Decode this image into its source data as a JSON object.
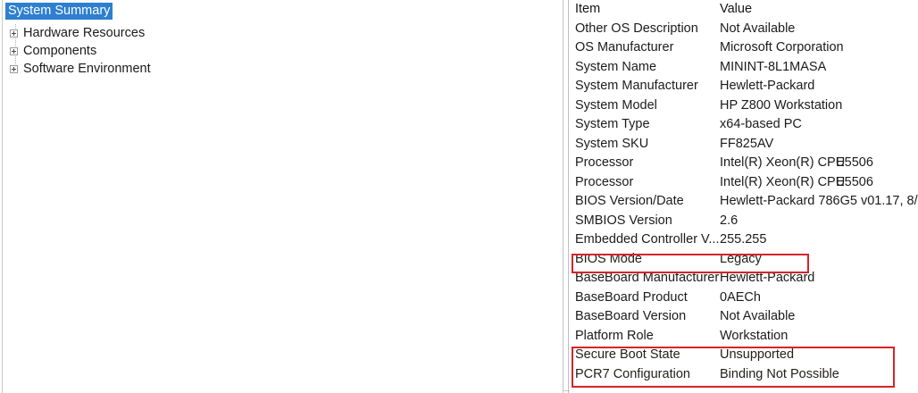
{
  "tree": {
    "root": {
      "label": "System Summary",
      "selected": true
    },
    "children": [
      {
        "label": "Hardware Resources",
        "expander": "plus-box-icon"
      },
      {
        "label": "Components",
        "expander": "plus-box-icon"
      },
      {
        "label": "Software Environment",
        "expander": "plus-box-icon"
      }
    ]
  },
  "list": {
    "columns": {
      "item": "Item",
      "value": "Value"
    },
    "rows": [
      {
        "item": "Other OS Description",
        "value": "Not Available"
      },
      {
        "item": "OS Manufacturer",
        "value": "Microsoft Corporation"
      },
      {
        "item": "System Name",
        "value": "MININT-8L1MASA"
      },
      {
        "item": "System Manufacturer",
        "value": "Hewlett-Packard"
      },
      {
        "item": "System Model",
        "value": "HP Z800 Workstation"
      },
      {
        "item": "System Type",
        "value": "x64-based PC"
      },
      {
        "item": "System SKU",
        "value": "FF825AV"
      },
      {
        "item": "Processor",
        "value": "Intel(R) Xeon(R) CPU",
        "value_tail": "E5506"
      },
      {
        "item": "Processor",
        "value": "Intel(R) Xeon(R) CPU",
        "value_tail": "E5506"
      },
      {
        "item": "BIOS Version/Date",
        "value": "Hewlett-Packard 786G5 v01.17, 8/"
      },
      {
        "item": "SMBIOS Version",
        "value": "2.6"
      },
      {
        "item": "Embedded Controller V...",
        "value": "255.255"
      },
      {
        "item": "BIOS Mode",
        "value": "Legacy",
        "flagged": true
      },
      {
        "item": "BaseBoard Manufacturer",
        "value": "Hewlett-Packard"
      },
      {
        "item": "BaseBoard Product",
        "value": "0AECh"
      },
      {
        "item": "BaseBoard Version",
        "value": "Not Available"
      },
      {
        "item": "Platform Role",
        "value": "Workstation"
      },
      {
        "item": "Secure Boot State",
        "value": "Unsupported",
        "flagged": true
      },
      {
        "item": "PCR7 Configuration",
        "value": "Binding Not Possible",
        "flagged": true
      }
    ]
  },
  "annotations": {
    "color": "#d8232a",
    "boxes": [
      {
        "name": "bios-mode-highlight",
        "target": "BIOS Mode"
      },
      {
        "name": "secure-boot-highlight",
        "target": "Secure Boot State / PCR7 Configuration"
      }
    ]
  },
  "colors": {
    "selection": "#2e7fd0",
    "selection_text": "#ffffff",
    "text": "#1b1b1b",
    "border": "#c8c8c8",
    "annotation": "#d8232a"
  }
}
